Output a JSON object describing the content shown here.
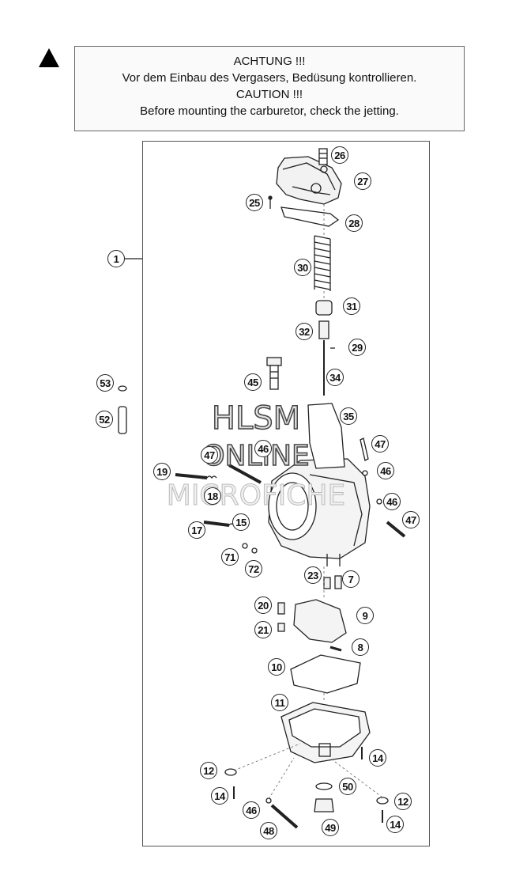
{
  "caution": {
    "line1": "ACHTUNG !!!",
    "line2": "Vor dem Einbau des Vergasers, Bedüsung kontrollieren.",
    "line3": "CAUTION !!!",
    "line4": "Before mounting the carburetor, check the jetting."
  },
  "warning_icon": "warning-triangle-icon",
  "watermark": {
    "line1": "HLSM",
    "line2": "ONLINE",
    "line3": "MICROFICHE"
  },
  "callouts": [
    "1",
    "26",
    "27",
    "25",
    "28",
    "30",
    "31",
    "32",
    "29",
    "34",
    "45",
    "53",
    "52",
    "35",
    "47",
    "46",
    "47",
    "46",
    "19",
    "18",
    "46",
    "47",
    "17",
    "15",
    "71",
    "72",
    "23",
    "7",
    "20",
    "9",
    "21",
    "8",
    "10",
    "11",
    "14",
    "12",
    "50",
    "14",
    "12",
    "46",
    "14",
    "48",
    "49"
  ]
}
